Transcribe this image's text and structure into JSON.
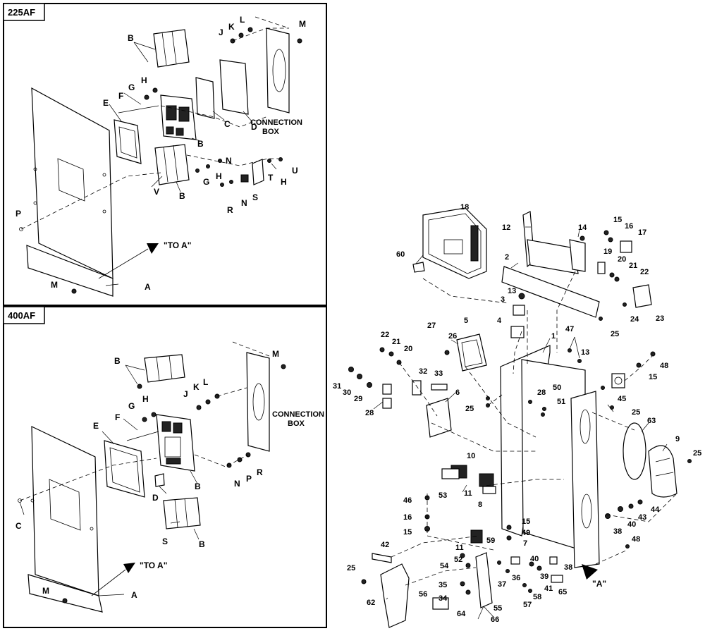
{
  "panels": {
    "top": {
      "header": "225AF"
    },
    "bottom": {
      "header": "400AF"
    }
  },
  "captions": {
    "to_a_top": "\"TO A\"",
    "to_a_bottom": "\"TO A\"",
    "connection_box_top_1": "CONNECTION",
    "connection_box_top_2": "BOX",
    "connection_box_bottom_1": "CONNECTION",
    "connection_box_bottom_2": "BOX",
    "quote_a": "\"A\""
  },
  "callouts_225": [
    "B",
    "J",
    "K",
    "L",
    "M",
    "G",
    "H",
    "F",
    "E",
    "C",
    "D",
    "B",
    "N",
    "G",
    "H",
    "U",
    "V",
    "B",
    "T",
    "H",
    "R",
    "N",
    "S",
    "P",
    "M",
    "A"
  ],
  "callouts_400": [
    "B",
    "M",
    "J",
    "K",
    "L",
    "G",
    "H",
    "F",
    "E",
    "C",
    "D",
    "N",
    "P",
    "R",
    "B",
    "S",
    "B",
    "M",
    "A"
  ],
  "callouts_main": [
    "18",
    "12",
    "14",
    "15",
    "16",
    "17",
    "60",
    "2",
    "19",
    "20",
    "21",
    "22",
    "13",
    "23",
    "3",
    "24",
    "25",
    "4",
    "27",
    "5",
    "26",
    "47",
    "22",
    "21",
    "20",
    "1",
    "13",
    "48",
    "31",
    "32",
    "33",
    "15",
    "30",
    "29",
    "28",
    "6",
    "28",
    "50",
    "51",
    "45",
    "25",
    "25",
    "63",
    "10",
    "9",
    "25",
    "53",
    "11",
    "8",
    "46",
    "16",
    "15",
    "15",
    "49",
    "44",
    "43",
    "40",
    "38",
    "42",
    "11",
    "59",
    "7",
    "52",
    "54",
    "25",
    "48",
    "38",
    "40",
    "39",
    "37",
    "36",
    "41",
    "35",
    "34",
    "58",
    "56",
    "65",
    "57",
    "62",
    "64",
    "55",
    "66"
  ]
}
